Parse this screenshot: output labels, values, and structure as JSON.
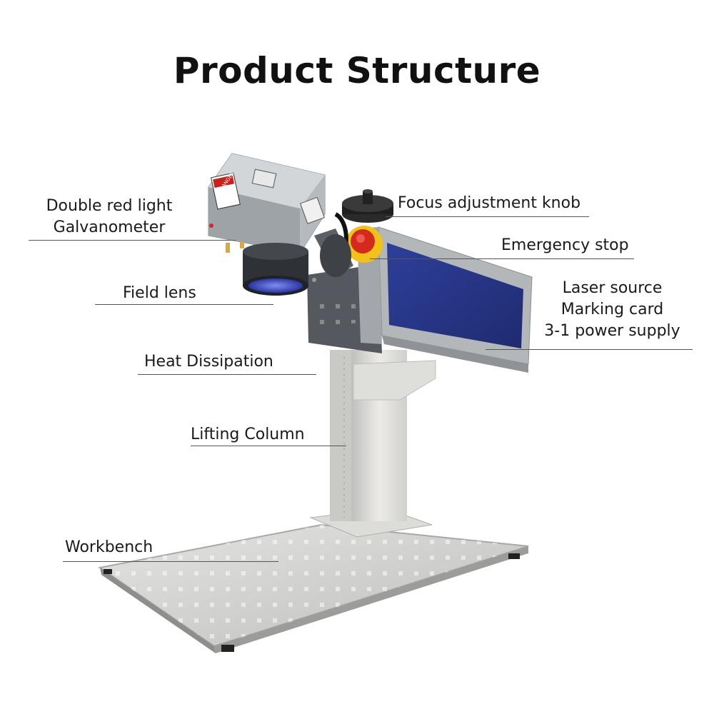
{
  "title": "Product Structure",
  "labels": {
    "galvanometer": [
      "Double red light",
      "Galvanometer"
    ],
    "field_lens": "Field lens",
    "heat_dissipation": "Heat Dissipation",
    "lifting_column": "Lifting Column",
    "workbench": "Workbench",
    "focus_knob": "Focus adjustment knob",
    "emergency_stop": "Emergency stop",
    "laser_source": [
      "Laser source",
      "Marking card",
      "3-1 power supply"
    ]
  },
  "warning_sticker": "DANGER",
  "colors": {
    "panel_blue": "#2a3a8c",
    "housing_grey": "#9aa0a6",
    "dark_grey": "#4a4e54",
    "column_silver": "#d8d8d6",
    "estop_red": "#d42a1e",
    "estop_yellow": "#f2c21b",
    "lens_blue": "#4b5bd0"
  }
}
